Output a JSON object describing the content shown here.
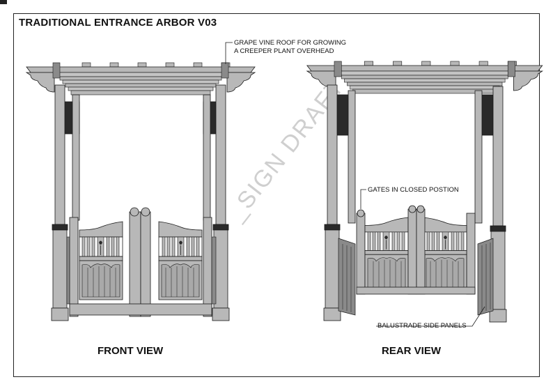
{
  "title": "TRADITIONAL ENTRANCE ARBOR V03",
  "views": {
    "front_label": "FRONT VIEW",
    "rear_label": "REAR VIEW"
  },
  "callouts": {
    "roof_line1": "GRAPE VINE ROOF FOR GROWING",
    "roof_line2": "A CREEPER PLANT OVERHEAD",
    "gates": "GATES IN CLOSED POSTION",
    "balustrade": "BALUSTRADE SIDE PANELS"
  },
  "watermark": "_SIGN DRAFT",
  "colors": {
    "wood": "#b8b8b8",
    "wood_dark": "#8a8a8a",
    "wood_light": "#d2d2d2",
    "shadow": "#2a2a2a",
    "line": "#1a1a1a"
  }
}
